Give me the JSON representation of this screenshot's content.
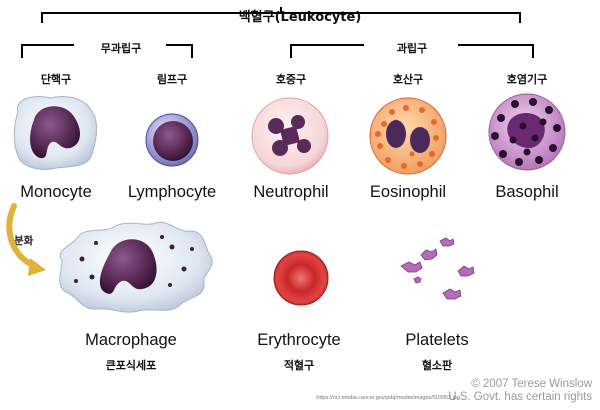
{
  "title": "백혈구(Leukocyte)",
  "groups": {
    "agranulocytes": "무과립구",
    "granulocytes": "과립구"
  },
  "cells": [
    {
      "id": "monocyte",
      "korean": "단핵구",
      "english": "Monocyte"
    },
    {
      "id": "lymphocyte",
      "korean": "림프구",
      "english": "Lymphocyte"
    },
    {
      "id": "neutrophil",
      "korean": "호중구",
      "english": "Neutrophil"
    },
    {
      "id": "eosinophil",
      "korean": "호산구",
      "english": "Eosinophil"
    },
    {
      "id": "basophil",
      "korean": "호염기구",
      "english": "Basophil"
    },
    {
      "id": "macrophage",
      "korean": "큰포식세포",
      "english": "Macrophage"
    },
    {
      "id": "erythrocyte",
      "korean": "적혈구",
      "english": "Erythrocyte"
    },
    {
      "id": "platelets",
      "korean": "혈소판",
      "english": "Platelets"
    }
  ],
  "differentiation_label": "분화",
  "credit": {
    "copyright": "© 2007 Terese Winslow",
    "rights": "U.S. Govt. has certain rights",
    "url": "https://nci-media.cancer.gov/pdq/media/images/503952.jpg"
  },
  "colors": {
    "bracket": "#000000",
    "arrow": "#e0b23a",
    "nucleus": "#5a2a58",
    "cytoplasm_light": "#e8ecf4",
    "neutrophil_cytoplasm": "#f6d7d8",
    "eosinophil_granules": "#e65a24",
    "basophil_cytoplasm": "#c07cbf",
    "erythrocyte": "#e23b3b",
    "platelet": "#b46cb6"
  }
}
